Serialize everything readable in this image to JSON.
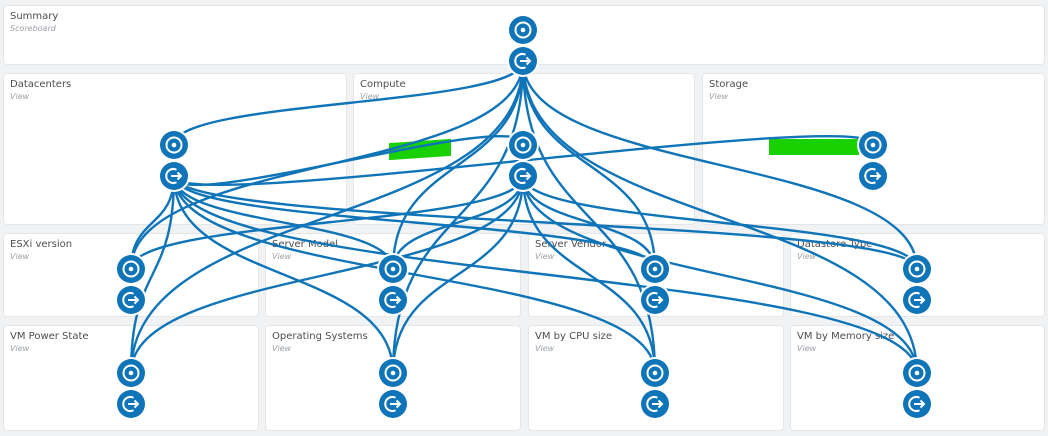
{
  "colors": {
    "accent": "#0f74b8",
    "highlight": "#19d100",
    "background": "#f1f2f3"
  },
  "icons": {
    "input_port": "target-icon",
    "output_port": "arrow-out-icon"
  },
  "widgets": {
    "summary": {
      "title": "Summary",
      "subtitle": "Scoreboard"
    },
    "datacenters": {
      "title": "Datacenters",
      "subtitle": "View"
    },
    "compute": {
      "title": "Compute",
      "subtitle": "View"
    },
    "storage": {
      "title": "Storage",
      "subtitle": "View"
    },
    "esxi_version": {
      "title": "ESXi version",
      "subtitle": "View"
    },
    "server_model": {
      "title": "Server Model",
      "subtitle": "View"
    },
    "server_vendor": {
      "title": "Server Vendor",
      "subtitle": "View"
    },
    "datastore_type": {
      "title": "Datastore Type",
      "subtitle": "View"
    },
    "vm_power_state": {
      "title": "VM Power State",
      "subtitle": "View"
    },
    "operating_systems": {
      "title": "Operating Systems",
      "subtitle": "View"
    },
    "vm_by_cpu_size": {
      "title": "VM by CPU size",
      "subtitle": "View"
    },
    "vm_by_memory_size": {
      "title": "VM by Memory size",
      "subtitle": "View"
    }
  }
}
